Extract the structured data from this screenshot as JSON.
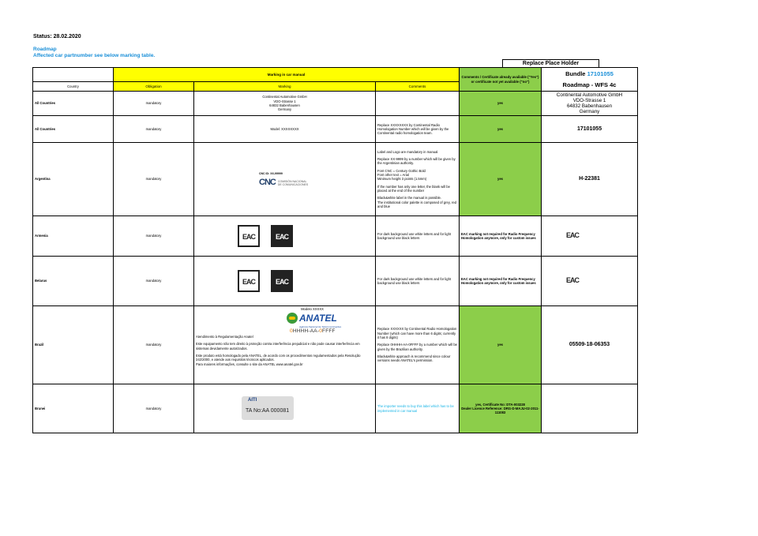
{
  "status": "Status: 28.02.2020",
  "roadmap_title": "Roadmap",
  "roadmap_subtitle": "Affected car partnumber see below marking table.",
  "replace_header": "Replace Place Holder",
  "header": {
    "marking_in_manual": "Marking in car manual",
    "comments_certificate": "Comments / Certificate already available (\"Yes\") or certificate not yet available (\"no\")",
    "bundle_label": "Bundle",
    "bundle_number": "17101055",
    "roadmap_wfs": "Roadmap -  WFS 4c",
    "country": "Country",
    "obligation": "Obligation",
    "marking": "Marking",
    "comments": "Comments"
  },
  "rows": [
    {
      "country": "All Countries",
      "obligation": "mandatory",
      "marking_lines": [
        "Continental Automotive GmbH",
        "VDO-Strasse 1",
        "64832 Babenhausen",
        "Germany"
      ],
      "comments": "",
      "certificate": "yes",
      "replace_lines": [
        "Continental Automotive GmbH",
        "VDO-Strasse 1",
        "64832 Babenhausen",
        "Germany"
      ]
    },
    {
      "country": "All Countries",
      "obligation": "mandatory",
      "marking": "Model: XXXXXXXX",
      "comments": "Replace XXXXXXXX by Continental Radio Homologation Number which will be given by the Continental radio homologation team.",
      "certificate": "yes",
      "replace": "17101055"
    },
    {
      "country": "Argentina",
      "obligation": "mandatory",
      "marking_label": "CNC ID: XX-99999",
      "marking_logo_text": "CNC",
      "marking_logo_sub": "COMISIÓN NACIONAL DE COMUNICACIONES",
      "comment_lines": [
        "Label and Logo are mandatory in manual",
        "",
        "Replace XX-9999 by a number which will be given by the Argentinian authority.",
        "",
        "Font CNC = Century Gothic Bold",
        "Font other text  = Arial",
        "Minimum height 3 points (1.5mm)",
        "",
        "If the number has only one letter, the blank will be placed at the end of the number",
        "",
        "Black&white label in the manual is possible.",
        "The institutional color palette is composed of grey, red and blue"
      ],
      "certificate": "yes",
      "replace": "H-22381"
    },
    {
      "country": "Armenia",
      "obligation": "mandatory",
      "eac_text": "EAC",
      "comments": "For dark background use white letters and for light background use black letters",
      "certificate": "EAC marking not required for Radio Frequency Homologation anymore, only for custom issues"
    },
    {
      "country": "Belarus",
      "obligation": "mandatory",
      "eac_text": "EAC",
      "comments": "For dark background use white letters and for light background use black letters",
      "certificate": "EAC marking not required for Radio Frequency Homologation anymore, only for custom issues"
    },
    {
      "country": "Brazil",
      "obligation": "mandatory",
      "model_label": "Modelo XXXXX",
      "anatel_word": "ANATEL",
      "anatel_sub": "Agência Nacional de Telecomunicações",
      "anatel_code_prefix": "HHHH-AA-",
      "anatel_code_suffix": "FFFF",
      "anatel_code_lead": "0",
      "marking_lines": [
        "Atendimento à Regulamentação Anatel",
        "",
        "Este equipamento não tem direito à proteção contra interferência prejudicial e não pode causar interferência em sistemas devidamente autorizados.",
        "",
        "Este produto está homologado pela ANATEL, de acordo com os procedimentos regulamentados pela Resolução 242/2000, e atende aos requisitos técnicos aplicados.",
        "Para maiores informações, consulte o site da ANATEL www.anatel.gov.br"
      ],
      "comment_lines": [
        "Replace XXXXXX by Continental Radio Homologation Number (which can have more than 6 digits; currently it has 8 digits)",
        "",
        "Replace 0HHHH-AA-0FFFF by a number which will be given by the Brazilian authority.",
        "",
        "Black&white approach is  recommend since colour versions needs ANATEL's permission."
      ],
      "certificate": "yes",
      "replace": "05509-18-06353"
    },
    {
      "country": "Brunei",
      "obligation": "mandatory",
      "aiti_top": "AITI",
      "aiti_bottom": "TA No:AA 000081",
      "comments": "The importer needs to buy this label which has to be implemented in car manual",
      "certificate_lines": [
        "yes, Certificate No: DTA-003228",
        "Dealer Licence Reference: DRG-D-MAJU-02-2011-111083"
      ]
    }
  ]
}
